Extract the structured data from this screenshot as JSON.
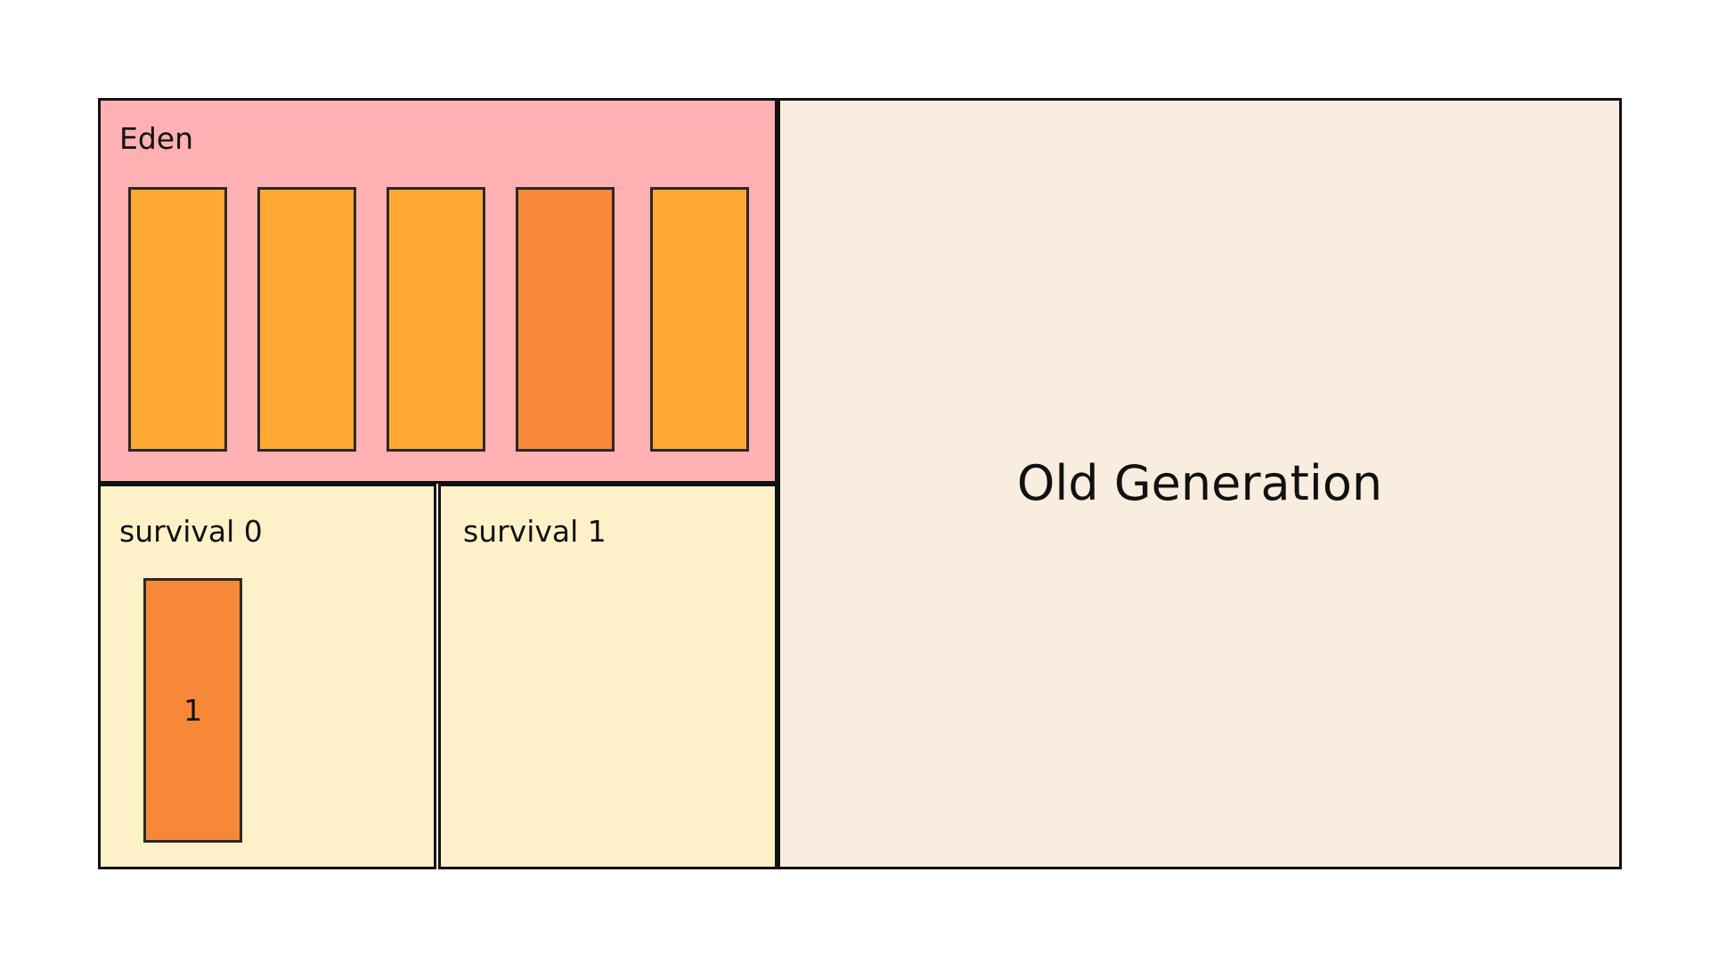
{
  "regions": {
    "eden": {
      "label": "Eden",
      "color": "#ffb0b2"
    },
    "survivor0": {
      "label": "survival 0",
      "color": "#fef1c8"
    },
    "survivor1": {
      "label": "survival 1",
      "color": "#fef1c8"
    },
    "old_generation": {
      "label": "Old Generation",
      "color": "#f9eddf"
    }
  },
  "object_colors": {
    "young": "#ffa932",
    "aged": "#f78838"
  },
  "eden_objects": [
    {
      "state": "young",
      "label": ""
    },
    {
      "state": "young",
      "label": ""
    },
    {
      "state": "young",
      "label": ""
    },
    {
      "state": "aged",
      "label": ""
    },
    {
      "state": "young",
      "label": ""
    }
  ],
  "survivor0_objects": [
    {
      "state": "aged",
      "label": "1"
    }
  ],
  "survivor1_objects": [],
  "old_generation_objects": []
}
